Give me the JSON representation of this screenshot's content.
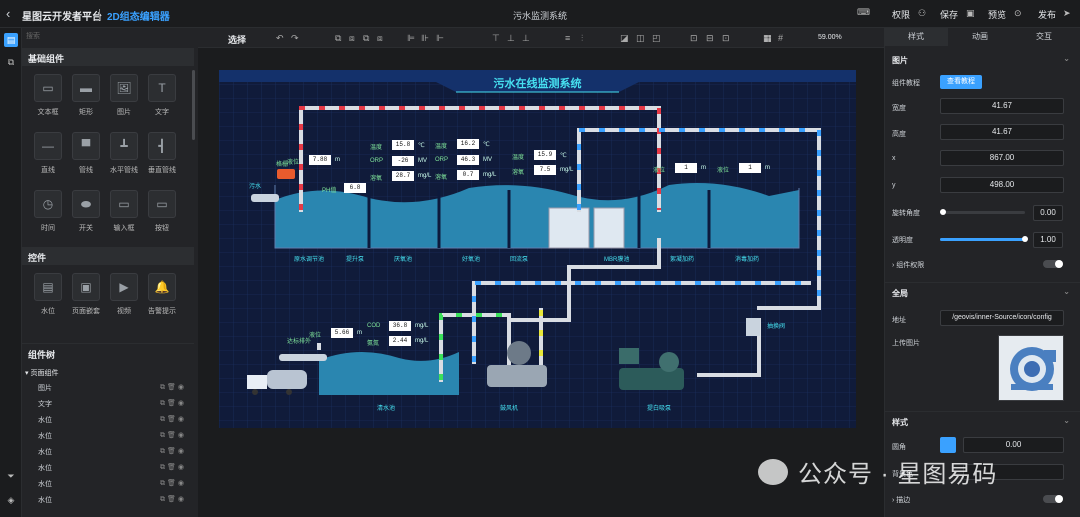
{
  "topbar": {
    "platform": "星图云开发者平台",
    "editor": "2D组态编辑器",
    "canvas_title": "污水监测系统",
    "perm": "权限",
    "save": "保存",
    "preview": "预览",
    "publish": "发布"
  },
  "left": {
    "search_placeholder": "搜索",
    "basic_title": "基础组件",
    "basic": [
      {
        "label": "文本框",
        "icon": "textbox-icon",
        "glyph": "▭"
      },
      {
        "label": "矩形",
        "icon": "rect-icon",
        "glyph": "▬"
      },
      {
        "label": "图片",
        "icon": "image-icon",
        "glyph": "🖼"
      },
      {
        "label": "文字",
        "icon": "text-icon",
        "glyph": "T"
      },
      {
        "label": "直线",
        "icon": "line-icon",
        "glyph": "—"
      },
      {
        "label": "管线",
        "icon": "pipe-icon",
        "glyph": "▀"
      },
      {
        "label": "水平管线",
        "icon": "hpipe-icon",
        "glyph": "┻"
      },
      {
        "label": "垂直管线",
        "icon": "vpipe-icon",
        "glyph": "┫"
      },
      {
        "label": "时间",
        "icon": "clock-icon",
        "glyph": "◷"
      },
      {
        "label": "开关",
        "icon": "switch-icon",
        "glyph": "⬬"
      },
      {
        "label": "输入框",
        "icon": "input-icon",
        "glyph": "▭"
      },
      {
        "label": "按钮",
        "icon": "button-icon",
        "glyph": "▭"
      }
    ],
    "controls_title": "控件",
    "controls": [
      {
        "label": "水位",
        "icon": "waterlevel-icon",
        "glyph": "▤"
      },
      {
        "label": "页面嵌套",
        "icon": "nest-icon",
        "glyph": "▣"
      },
      {
        "label": "视频",
        "icon": "video-icon",
        "glyph": "▶"
      },
      {
        "label": "告警提示",
        "icon": "alarm-icon",
        "glyph": "🔔"
      }
    ],
    "tree_title": "组件树",
    "tree_root": "页面组件",
    "tree_items": [
      "图片",
      "文字",
      "水位",
      "水位",
      "水位",
      "水位",
      "水位",
      "水位"
    ]
  },
  "toolbar": {
    "select": "选择",
    "zoom": "59.00%"
  },
  "scada": {
    "title": "污水在线监测系统",
    "labels": {
      "inlet": "污水",
      "grille": "格栅",
      "adjust_pool": "原水调节池",
      "lift_pump": "提升泵",
      "anoxic": "厌氧池",
      "aerobic": "好氧池",
      "settle": "回流泵",
      "mbr": "MBR膜池",
      "dosing1": "絮凝加药",
      "dosing2": "消毒加药",
      "clean_pool": "清水池",
      "blower": "鼓风机",
      "return_pump": "提白吸泵",
      "outlet": "达标排外",
      "valve": "抽换阀"
    },
    "readings": [
      {
        "label": "液位",
        "value": "7.88",
        "unit": "m"
      },
      {
        "label": "PH值",
        "value": "6.8",
        "unit": ""
      },
      {
        "label": "温度",
        "value": "15.8",
        "unit": "℃"
      },
      {
        "label": "ORP",
        "value": "-26",
        "unit": "MV"
      },
      {
        "label": "溶氧",
        "value": "28.7",
        "unit": "mg/L"
      },
      {
        "label": "温度",
        "value": "16.2",
        "unit": "℃"
      },
      {
        "label": "ORP",
        "value": "46.3",
        "unit": "MV"
      },
      {
        "label": "溶氧",
        "value": "0.7",
        "unit": "mg/L"
      },
      {
        "label": "温度",
        "value": "15.9",
        "unit": "℃"
      },
      {
        "label": "溶氧",
        "value": "7.5",
        "unit": "mg/L"
      },
      {
        "label": "液位",
        "value": "1",
        "unit": "m"
      },
      {
        "label": "液位",
        "value": "1",
        "unit": "m"
      },
      {
        "label": "液位",
        "value": "5.66",
        "unit": "m"
      },
      {
        "label": "COD",
        "value": "36.8",
        "unit": "mg/L"
      },
      {
        "label": "氨氮",
        "value": "2.44",
        "unit": "mg/L"
      }
    ]
  },
  "right": {
    "tabs": [
      "样式",
      "动画",
      "交互"
    ],
    "image_title": "图片",
    "tutorial_label": "组件教程",
    "tutorial_btn": "查看教程",
    "width_label": "宽度",
    "width": "41.67",
    "height_label": "高度",
    "height": "41.67",
    "x_label": "x",
    "x": "867.00",
    "y_label": "y",
    "y": "498.00",
    "rotate_label": "旋转角度",
    "rotate": "0.00",
    "rotate_fraction": 0.0,
    "opacity_label": "透明度",
    "opacity": "1.00",
    "opacity_fraction": 1.0,
    "perm_label": "组件权限",
    "global_title": "全局",
    "addr_label": "地址",
    "addr": "/geovis/inner-Source/icon/config",
    "upload_label": "上传图片",
    "style_title": "样式",
    "radius_label": "圆角",
    "radius": "0.00",
    "bg_label": "背景色",
    "border_label": "描边"
  },
  "watermark": "公众号 · 星图易码",
  "colors": {
    "accent": "#3aa1ff",
    "scada_bg": "#101b3a",
    "water": "#2a86b0",
    "pipe": "#d9dde3"
  }
}
